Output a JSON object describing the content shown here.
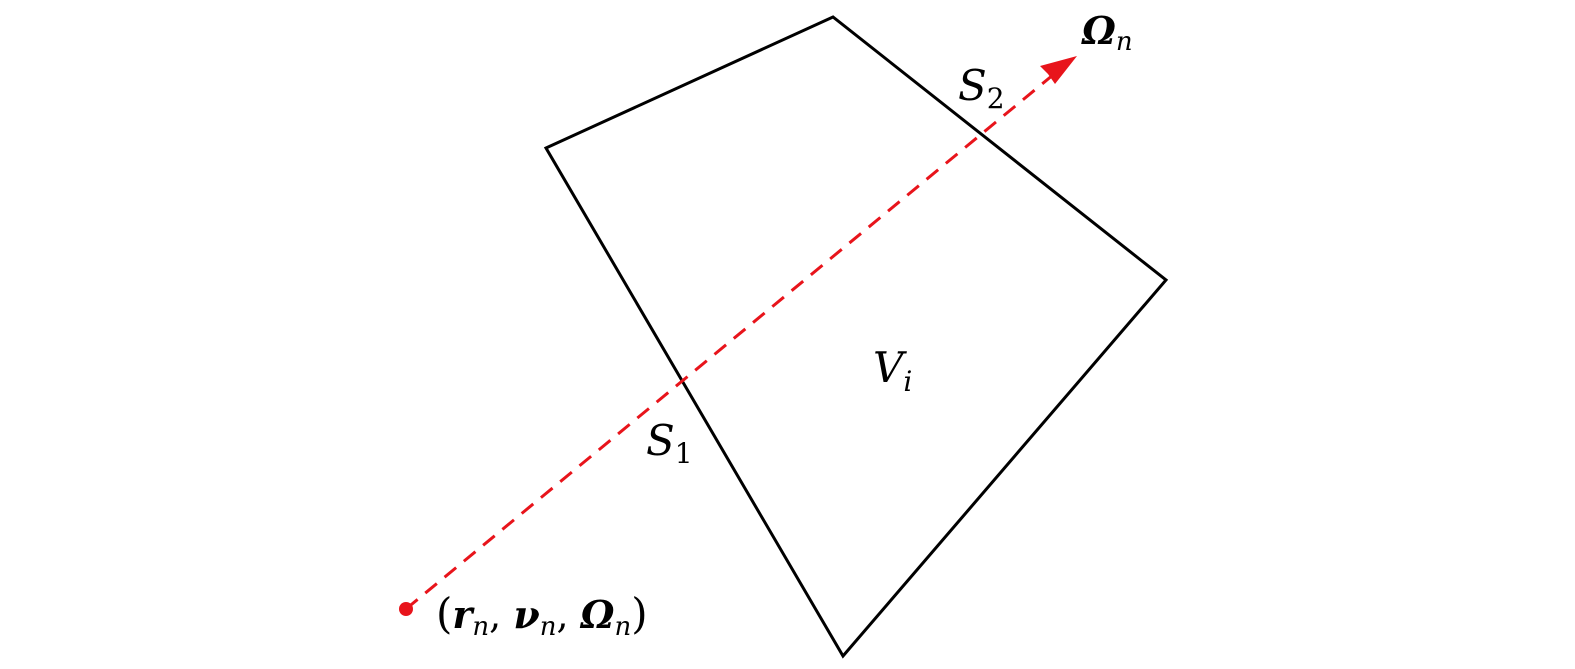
{
  "colors": {
    "outline": "#000000",
    "ray": "#e8141b",
    "background": "#ffffff"
  },
  "labels": {
    "volume": {
      "main": "V",
      "sub": "i"
    },
    "surface_entry": {
      "main": "S",
      "sub": "1"
    },
    "surface_exit": {
      "main": "S",
      "sub": "2"
    },
    "direction": {
      "main": "Ω",
      "sub": "n"
    },
    "origin": {
      "open": "(",
      "r": "r",
      "r_sub": "n",
      "sep1": ", ",
      "nu": "ν",
      "nu_sub": "n",
      "sep2": ", ",
      "omega": "Ω",
      "omega_sub": "n",
      "close": ")"
    }
  }
}
